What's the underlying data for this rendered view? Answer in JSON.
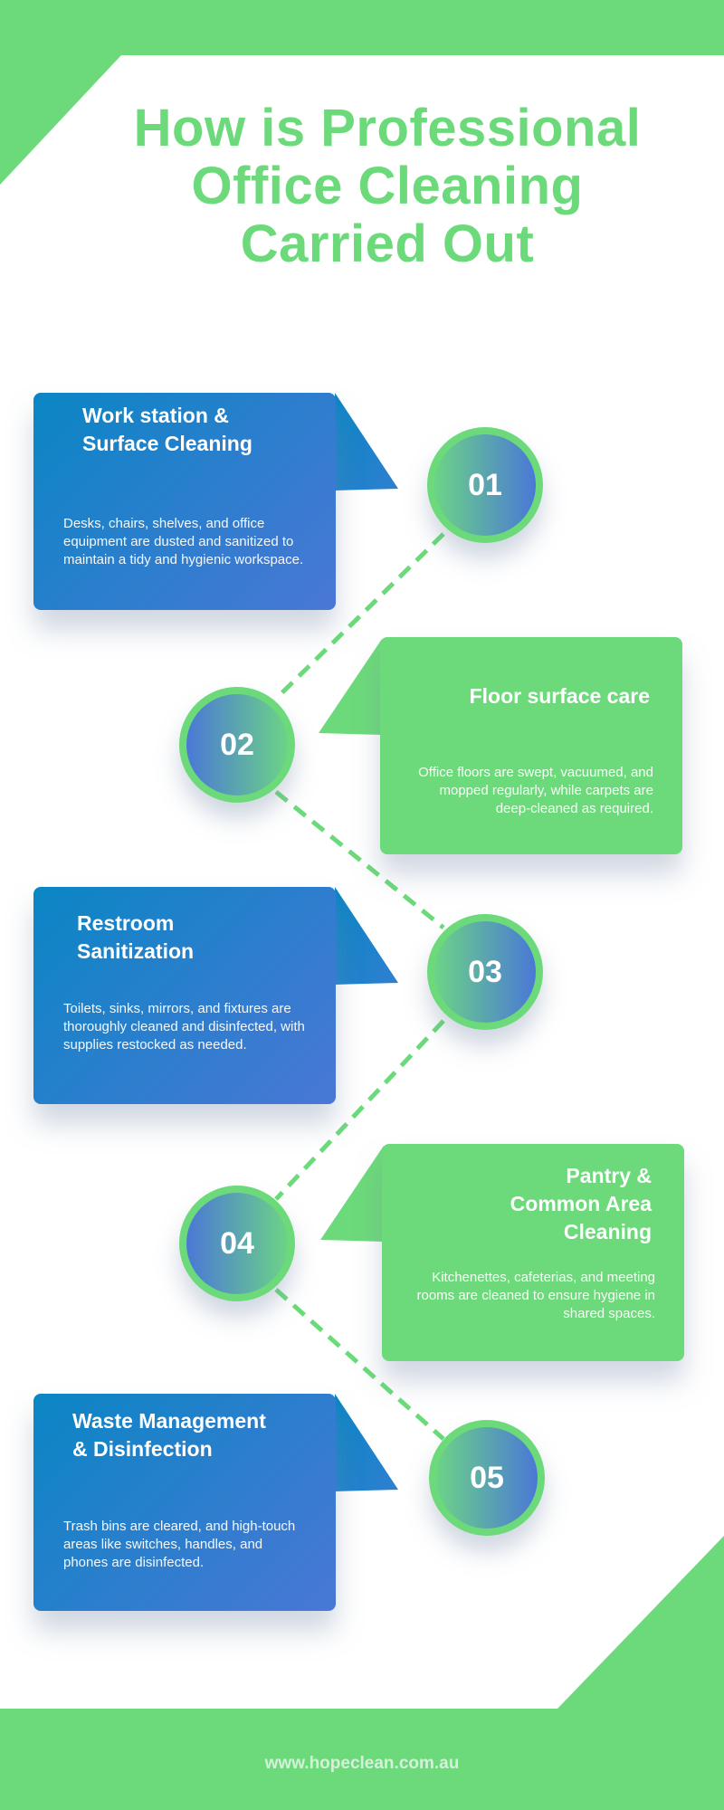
{
  "title_lines": [
    "How is Professional",
    "Office Cleaning",
    "Carried Out"
  ],
  "steps": [
    {
      "number": "01",
      "title": "Work station & Surface Cleaning",
      "text": "Desks, chairs, shelves, and office equipment are dusted and sanitized to maintain a tidy and hygienic workspace."
    },
    {
      "number": "02",
      "title": "Floor surface care",
      "text": "Office floors are swept, vacuumed, and mopped regularly, while carpets are deep-cleaned as required."
    },
    {
      "number": "03",
      "title": "Restroom Sanitization",
      "text": "Toilets, sinks, mirrors, and fixtures are thoroughly cleaned and disinfected, with supplies restocked as needed."
    },
    {
      "number": "04",
      "title": "Pantry & Common Area Cleaning",
      "text": "Kitchenettes, cafeterias, and meeting rooms are cleaned to ensure hygiene in shared spaces."
    },
    {
      "number": "05",
      "title": "Waste Management & Disinfection",
      "text": "Trash bins are cleared, and high-touch areas like switches, handles, and phones are disinfected."
    }
  ],
  "footer": {
    "website": "www.hopeclean.com.au"
  },
  "colors": {
    "green": "#6cda7a",
    "blue_start": "#0a86c4",
    "blue_end": "#4a77d6"
  }
}
